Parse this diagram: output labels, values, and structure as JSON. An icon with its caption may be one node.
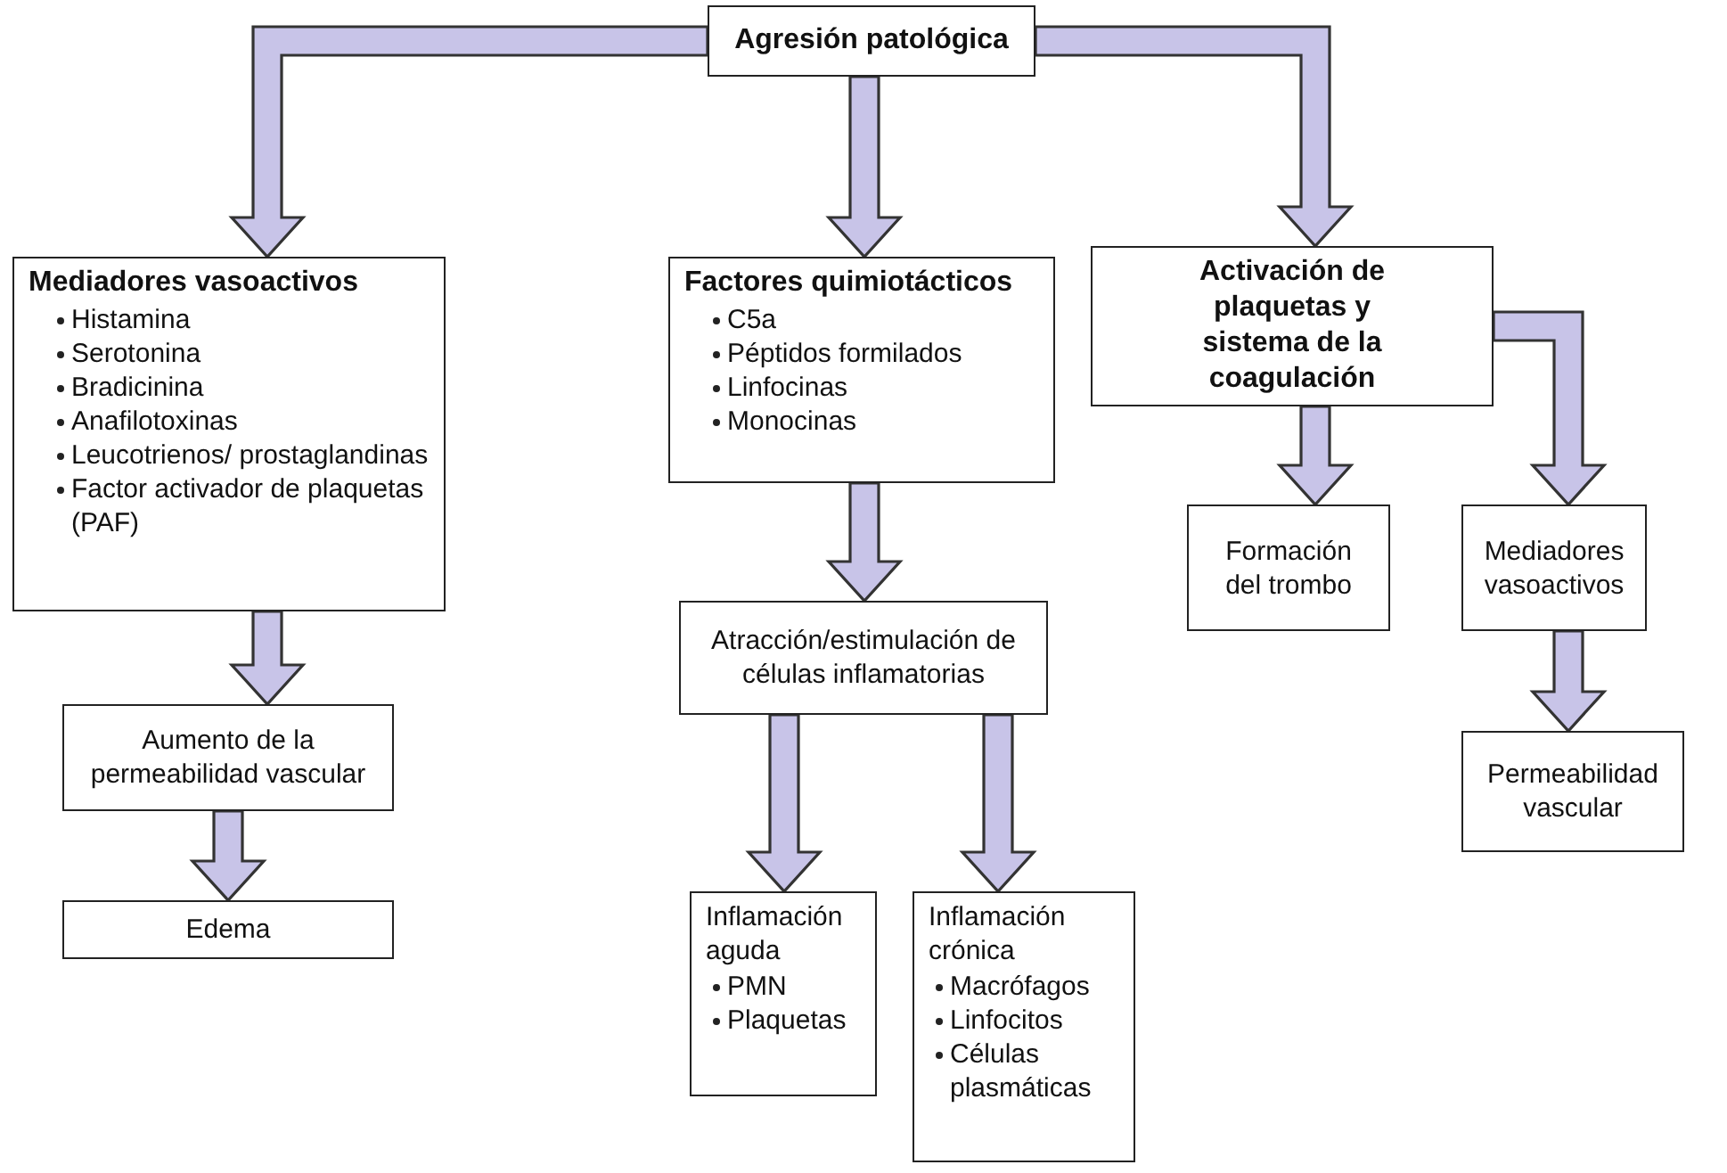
{
  "diagram": {
    "nodes": [
      {
        "text": [
          "Agresión patológica"
        ]
      },
      {
        "text": [
          "Mediadores vasoactivos",
          "Histamina",
          "Serotonina",
          "Bradicinina",
          "Anafilotoxinas",
          "Leucotrienos/ prostaglandinas",
          "Factor activador de plaquetas (PAF)"
        ]
      },
      {
        "text": [
          "Factores quimiotácticos",
          "C5a",
          "Péptidos formilados",
          "Linfocinas",
          "Monocinas"
        ]
      },
      {
        "text": [
          "Activación de plaquetas y sistema de la coagulación"
        ]
      },
      {
        "text": [
          "Aumento de la permeabilidad vascular"
        ]
      },
      {
        "text": [
          "Edema"
        ]
      },
      {
        "text": [
          "Atracción/estimulación de células inflamatorias"
        ]
      },
      {
        "text": [
          "Inflamación aguda",
          "PMN",
          "Plaquetas"
        ]
      },
      {
        "text": [
          "Inflamación crónica",
          "Macrófagos",
          "Linfocitos",
          "Células plasmáticas"
        ]
      },
      {
        "text": [
          "Formación del trombo"
        ]
      },
      {
        "text": [
          "Mediadores vasoactivos"
        ]
      },
      {
        "text": [
          "Permeabilidad vascular"
        ]
      }
    ],
    "edges": [
      {
        "from": 0,
        "to": 1,
        "arrow": "to"
      },
      {
        "from": 0,
        "to": 2,
        "arrow": "to"
      },
      {
        "from": 0,
        "to": 3,
        "arrow": "to"
      },
      {
        "from": 1,
        "to": 4,
        "arrow": "to"
      },
      {
        "from": 4,
        "to": 5,
        "arrow": "to"
      },
      {
        "from": 2,
        "to": 6,
        "arrow": "to"
      },
      {
        "from": 6,
        "to": 7,
        "arrow": "to"
      },
      {
        "from": 6,
        "to": 8,
        "arrow": "to"
      },
      {
        "from": 3,
        "to": 9,
        "arrow": "to"
      },
      {
        "from": 3,
        "to": 10,
        "arrow": "to"
      },
      {
        "from": 10,
        "to": 11,
        "arrow": "to"
      }
    ]
  }
}
